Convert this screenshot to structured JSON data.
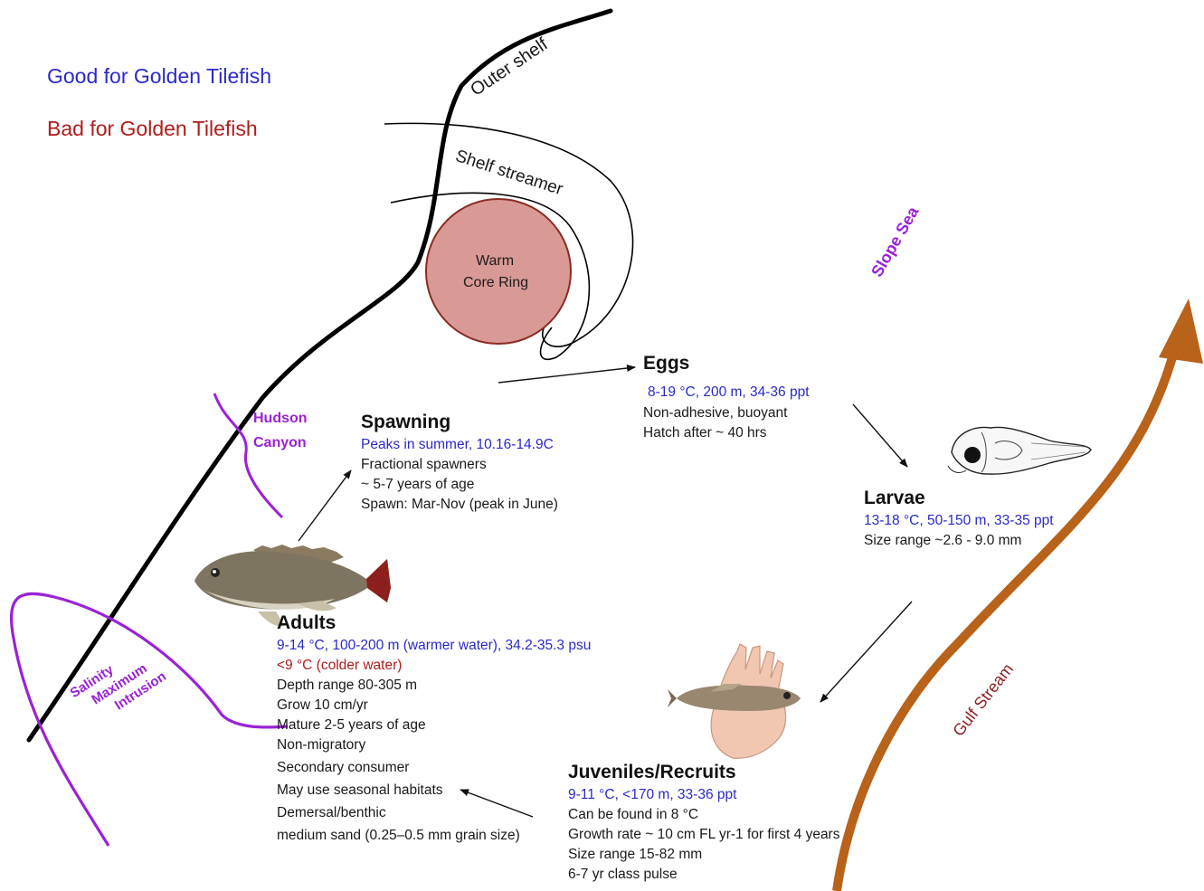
{
  "legend": {
    "good": "Good for Golden Tilefish",
    "bad": "Bad for Golden Tilefish"
  },
  "features": {
    "outer_shelf": "Outer shelf",
    "shelf_streamer": "Shelf streamer",
    "warm_core_ring_line1": "Warm",
    "warm_core_ring_line2": "Core Ring",
    "slope_sea": "Slope Sea",
    "hudson_canyon_line1": "Hudson",
    "hudson_canyon_line2": "Canyon",
    "salinity_line1": "Salinity",
    "salinity_line2": "Maximum",
    "salinity_line3": "Intrusion",
    "gulf_stream": "Gulf Stream"
  },
  "stages": {
    "eggs": {
      "title": "Eggs",
      "good": "8-19 °C, 200 m, 34-36 ppt",
      "lines": [
        "Non-adhesive, buoyant",
        "Hatch after ~ 40 hrs"
      ]
    },
    "spawning": {
      "title": "Spawning",
      "good": "Peaks in summer, 10.16-14.9C",
      "lines": [
        "Fractional spawners",
        "~ 5-7 years of age",
        "Spawn: Mar-Nov (peak in June)"
      ]
    },
    "larvae": {
      "title": "Larvae",
      "good": "13-18 °C, 50-150 m, 33-35 ppt",
      "lines": [
        "Size range ~2.6 - 9.0 mm"
      ]
    },
    "adults": {
      "title": "Adults",
      "good": "9-14 °C, 100-200 m (warmer water), 34.2-35.3 psu",
      "bad": "<9 °C (colder water)",
      "lines": [
        "Depth range 80-305 m",
        "Grow 10 cm/yr",
        "Mature 2-5 years of age",
        "Non-migratory",
        "Secondary consumer",
        "May use seasonal habitats",
        "Demersal/benthic",
        "medium sand (0.25–0.5 mm grain size)"
      ]
    },
    "juveniles": {
      "title": "Juveniles/Recruits",
      "good": "9-11 °C,  <170 m,  33-36 ppt",
      "lines": [
        "Can be found in 8 °C",
        "Growth rate ~ 10 cm FL yr-1 for first 4 years",
        "Size range 15-82 mm",
        "6-7 yr class pulse"
      ]
    }
  },
  "colors": {
    "good": "#2a2ac8",
    "bad": "#b11c1c",
    "feature": "#9b22d6",
    "gulf_stream": "#b8621a",
    "gulf_stream_label": "#8b1f1f",
    "warm_core_fill": "#d99a95",
    "warm_core_stroke": "#8b2a22"
  },
  "icons": [
    "adult-fish-icon",
    "larva-drawing-icon",
    "juvenile-in-hand-icon"
  ]
}
